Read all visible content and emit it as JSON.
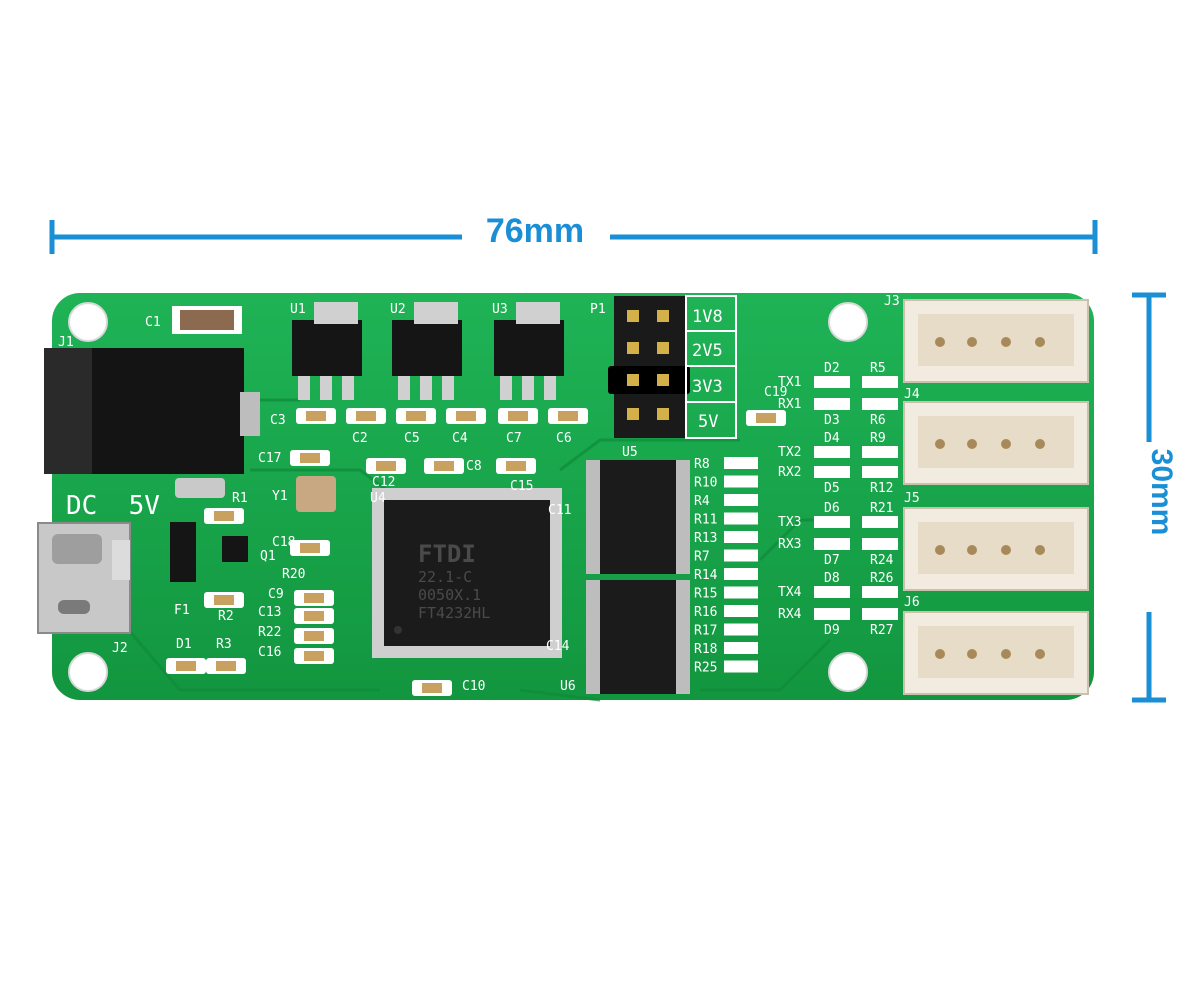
{
  "dimensions": {
    "width": "76mm",
    "height": "30mm",
    "color": "#1a8fd6"
  },
  "board": {
    "color": "#16a64a",
    "connectors": {
      "dc_jack": "J1",
      "micro_usb": "J2",
      "ports": [
        "J3",
        "J4",
        "J5",
        "J6"
      ],
      "header": "P1"
    },
    "power_label": "DC  5V",
    "regulators": [
      "U1",
      "U2",
      "U3"
    ],
    "capacitors_top": [
      "C3",
      "C2",
      "C5",
      "C4",
      "C7",
      "C6"
    ],
    "voltage_options": [
      "1V8",
      "2V5",
      "3V3",
      "5V"
    ],
    "main_chip": {
      "ref": "U4",
      "lines": [
        "FTDI",
        "22.1-C",
        "0050X.1",
        "FT4232HL"
      ]
    },
    "transceivers": [
      "U5",
      "U6"
    ],
    "crystal": "Y1",
    "uart_leds": [
      {
        "label": "TX1",
        "led": "D2",
        "res": "R5"
      },
      {
        "label": "RX1",
        "led": "D3",
        "res": "R6"
      },
      {
        "label": "TX2",
        "led": "D4",
        "res": "R9"
      },
      {
        "label": "RX2",
        "led": "D5",
        "res": "R12"
      },
      {
        "label": "TX3",
        "led": "D6",
        "res": "R21"
      },
      {
        "label": "RX3",
        "led": "D7",
        "res": "R24"
      },
      {
        "label": "TX4",
        "led": "D8",
        "res": "R26"
      },
      {
        "label": "RX4",
        "led": "D9",
        "res": "R27"
      }
    ],
    "resistor_column": [
      "R8",
      "R10",
      "R4",
      "R11",
      "R13",
      "R7",
      "R14",
      "R15",
      "R16",
      "R17",
      "R18",
      "R25"
    ],
    "misc_labels": {
      "c1": "C1",
      "c17": "C17",
      "c12": "C12",
      "c8": "C8",
      "c15": "C15",
      "c11": "C11",
      "c19": "C19",
      "c18": "C18",
      "c9": "C9",
      "c13": "C13",
      "c16": "C16",
      "c14": "C14",
      "c10": "C10",
      "r1": "R1",
      "r2": "R2",
      "r3": "R3",
      "r20": "R20",
      "r22": "R22",
      "q1": "Q1",
      "f1": "F1",
      "d1": "D1"
    }
  }
}
